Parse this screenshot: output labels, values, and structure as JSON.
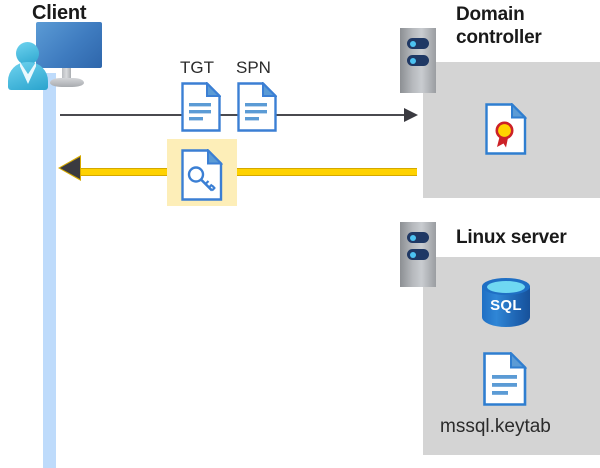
{
  "diagram": {
    "title": "Kerberos authentication flow between client, domain controller and Linux server",
    "colors": {
      "zone_gray": "#d4d4d4",
      "lifeline_blue": "#bedbfb",
      "highlight_yellow": "#fdeeb8",
      "arrow_gold": "#ffd200",
      "arrow_gold_outline": "#d4a800",
      "arrow_dark": "#3a3a40",
      "doc_blue": "#3b7fd4",
      "sql_blue": "#1f6fc4",
      "cert_ribbon_red": "#cc2127",
      "cert_seal_yellow": "#ffd400",
      "rack_navy": "#1f3864",
      "rack_led_blue": "#4cc2f1"
    }
  },
  "client": {
    "title": "Client",
    "icon": "client-workstation-icon",
    "lifeline": "client-lifeline"
  },
  "messages": {
    "request": {
      "documents": [
        {
          "caption": "TGT",
          "icon": "document-icon"
        },
        {
          "caption": "SPN",
          "icon": "document-icon"
        }
      ],
      "arrow": "request-arrow",
      "direction": "client-to-domain-controller"
    },
    "response": {
      "icon": "key-document-icon",
      "highlighted": true,
      "arrow": "response-arrow",
      "direction": "domain-controller-to-client"
    }
  },
  "domain_controller": {
    "title": "Domain controller",
    "rack_icon": "server-rack-icon",
    "contents": [
      {
        "name": "certificate",
        "icon": "certificate-document-icon"
      }
    ]
  },
  "linux_server": {
    "title": "Linux server",
    "rack_icon": "server-rack-icon",
    "contents": [
      {
        "name": "sql-database",
        "icon": "sql-database-icon",
        "label": "SQL"
      },
      {
        "name": "keytab-file",
        "icon": "document-icon",
        "label": "mssql.keytab"
      }
    ]
  }
}
